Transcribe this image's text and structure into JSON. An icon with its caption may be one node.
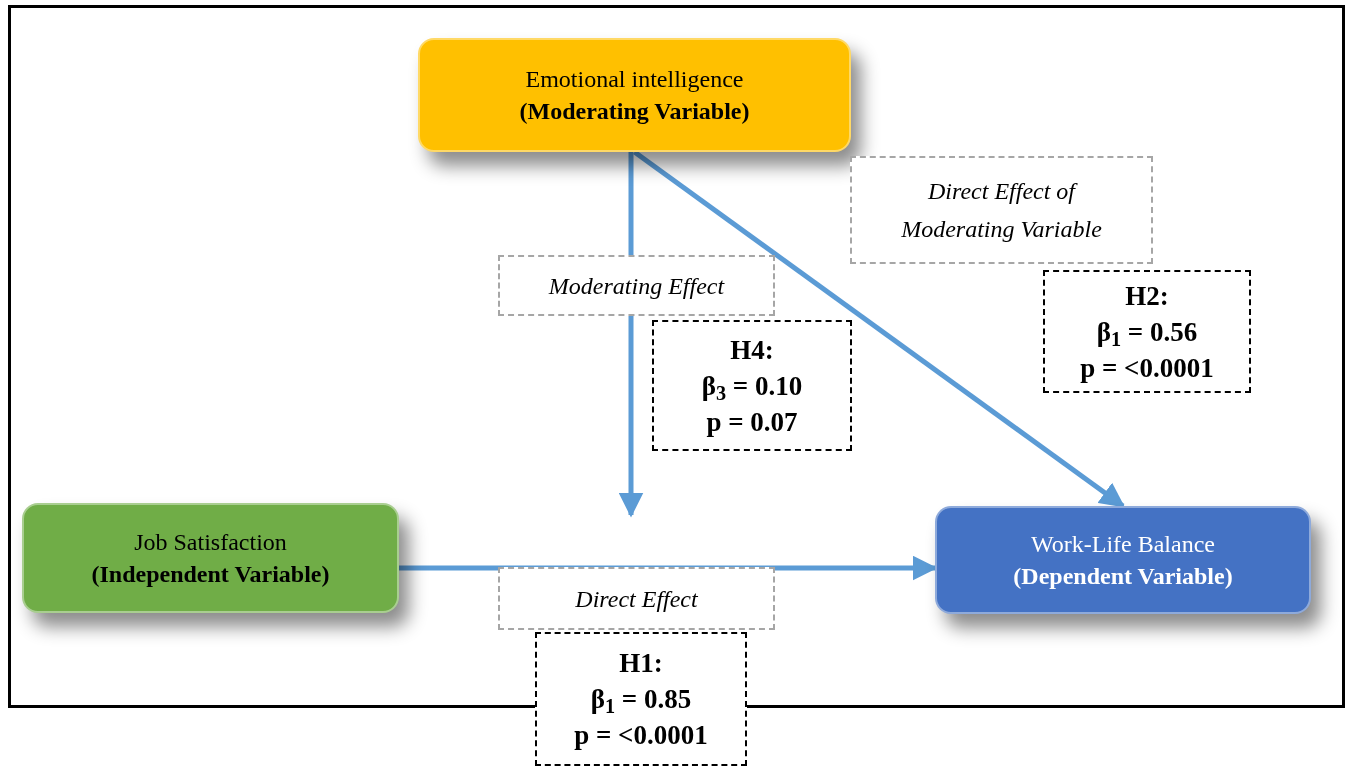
{
  "diagram": {
    "nodes": [
      {
        "text": [
          "Emotional intelligence",
          "(Moderating Variable)"
        ]
      },
      {
        "text": [
          "Job Satisfaction",
          "(Independent Variable)"
        ]
      },
      {
        "text": [
          "Work-Life Balance",
          "(Dependent Variable)"
        ]
      },
      {
        "text": [
          "Moderating Effect"
        ]
      },
      {
        "text": [
          "H4:",
          "β$_{3}$ = 0.10",
          "p = 0.07"
        ]
      },
      {
        "text": [
          "Direct Effect of Moderating Variable"
        ]
      },
      {
        "text": [
          "H2:",
          "β$_{1}$ = 0.56",
          "p = <0.0001"
        ]
      },
      {
        "text": [
          "Direct Effect"
        ]
      },
      {
        "text": [
          "H1:",
          "β$_{1}$ = 0.85",
          "p = <0.0001"
        ]
      }
    ],
    "edges": [
      {
        "from": 0,
        "to": null,
        "arrow": "to"
      },
      {
        "from": 0,
        "to": 2,
        "arrow": "to"
      },
      {
        "from": 1,
        "to": 2,
        "arrow": "to"
      }
    ]
  }
}
